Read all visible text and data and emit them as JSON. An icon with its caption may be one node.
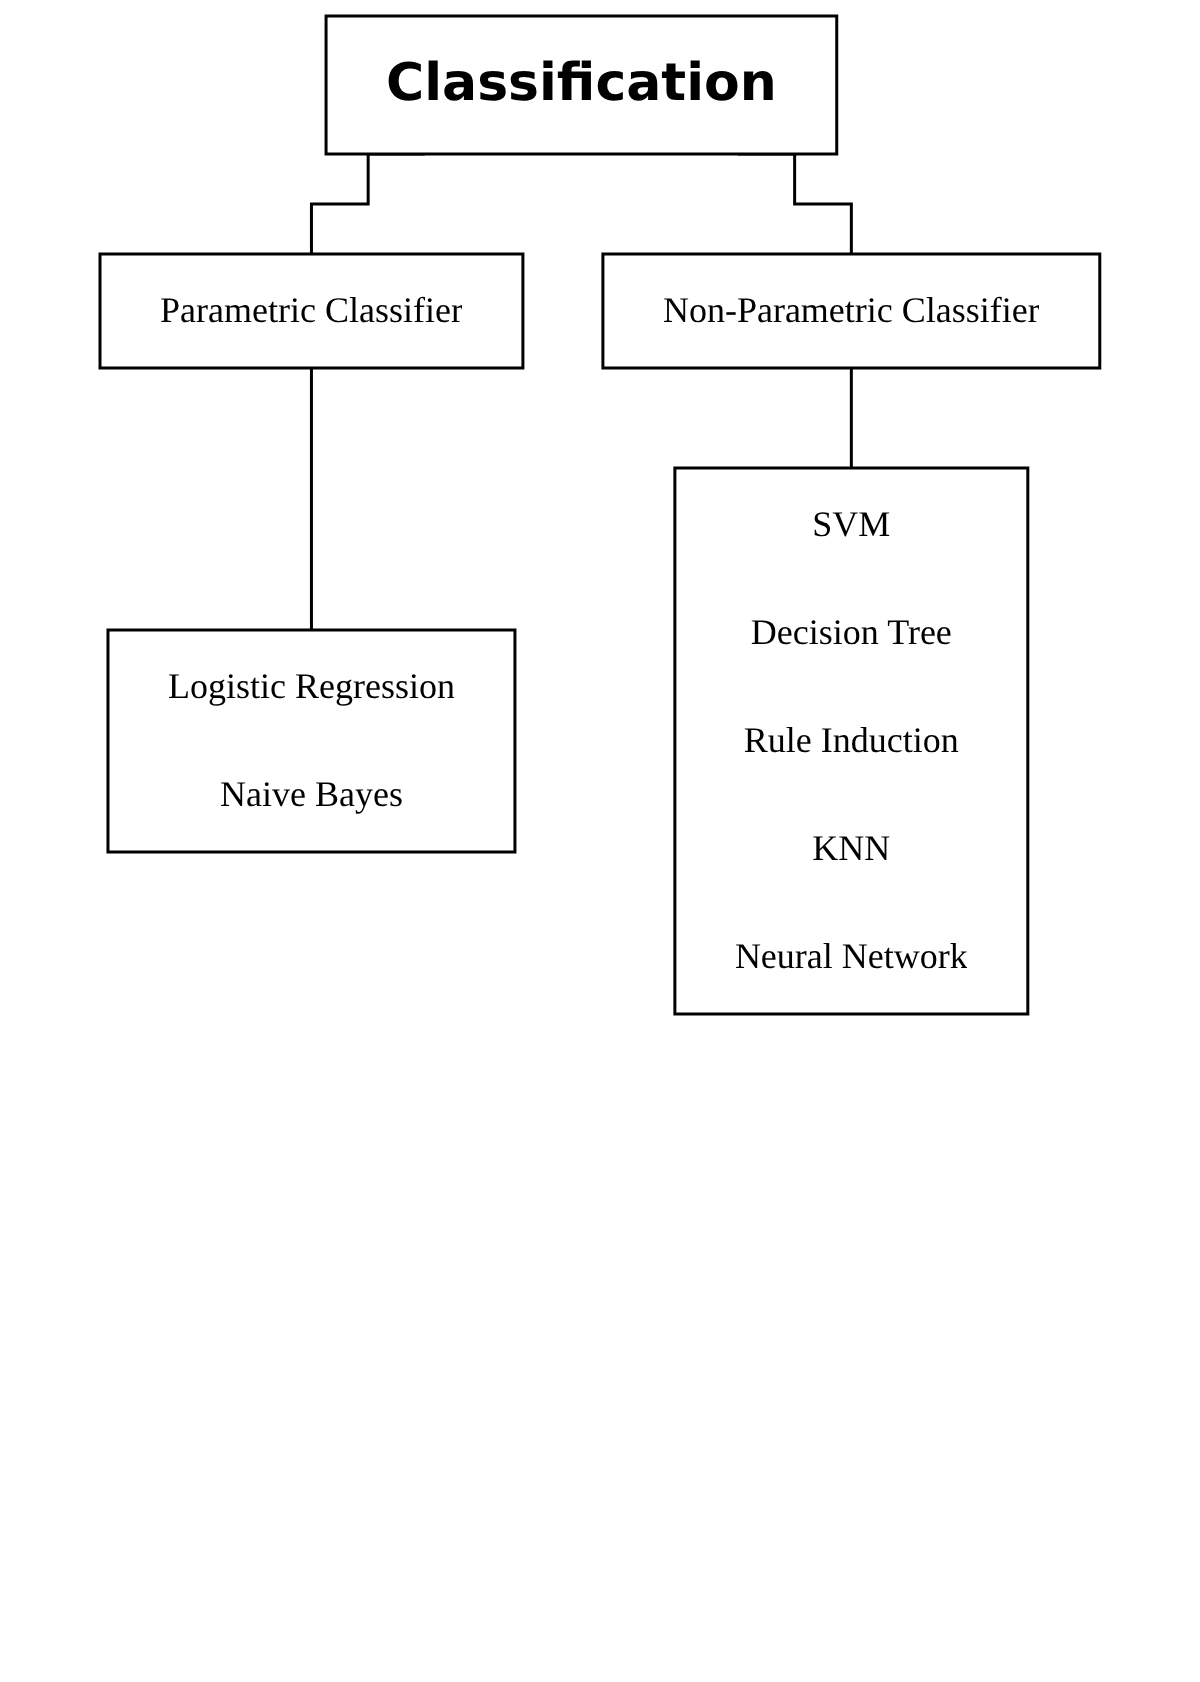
{
  "diagram": {
    "nodes": [
      {
        "text": [
          "Classification"
        ]
      },
      {
        "text": [
          "Parametric Classifier"
        ]
      },
      {
        "text": [
          "Non-Parametric Classifier"
        ]
      },
      {
        "text": [
          "Logistic Regression",
          "Naive Bayes"
        ]
      },
      {
        "text": [
          "SVM",
          "Decision Tree",
          "Rule Induction",
          "KNN",
          "Neural Network"
        ]
      }
    ],
    "edges": [
      {
        "from": 0,
        "to": 1,
        "arrow": "none"
      },
      {
        "from": 0,
        "to": 2,
        "arrow": "none"
      },
      {
        "from": 1,
        "to": 3,
        "arrow": "none"
      },
      {
        "from": 2,
        "to": 4,
        "arrow": "none"
      }
    ]
  }
}
